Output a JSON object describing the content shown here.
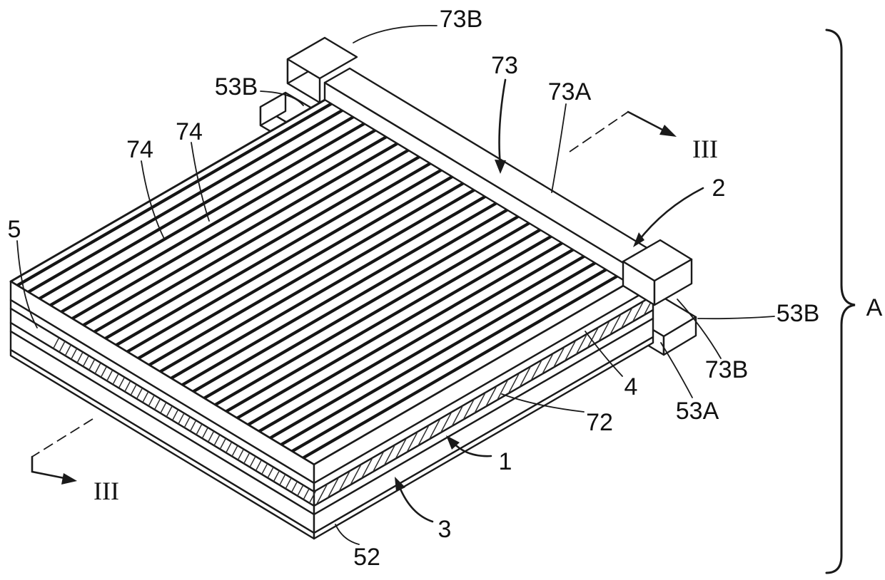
{
  "figure": {
    "labels": {
      "r73b_top": "73B",
      "r53b_left": "53B",
      "r74_a": "74",
      "r74_b": "74",
      "r5": "5",
      "r73": "73",
      "r73a": "73A",
      "r2": "2",
      "r53b_right": "53B",
      "r73b_right": "73B",
      "r53a": "53A",
      "r4": "4",
      "r72": "72",
      "r1": "1",
      "r3": "3",
      "r52": "52",
      "bracket": "A",
      "section_top": "III",
      "section_bottom": "III"
    },
    "line_color": "#1a1a1a",
    "background_color": "#ffffff"
  }
}
